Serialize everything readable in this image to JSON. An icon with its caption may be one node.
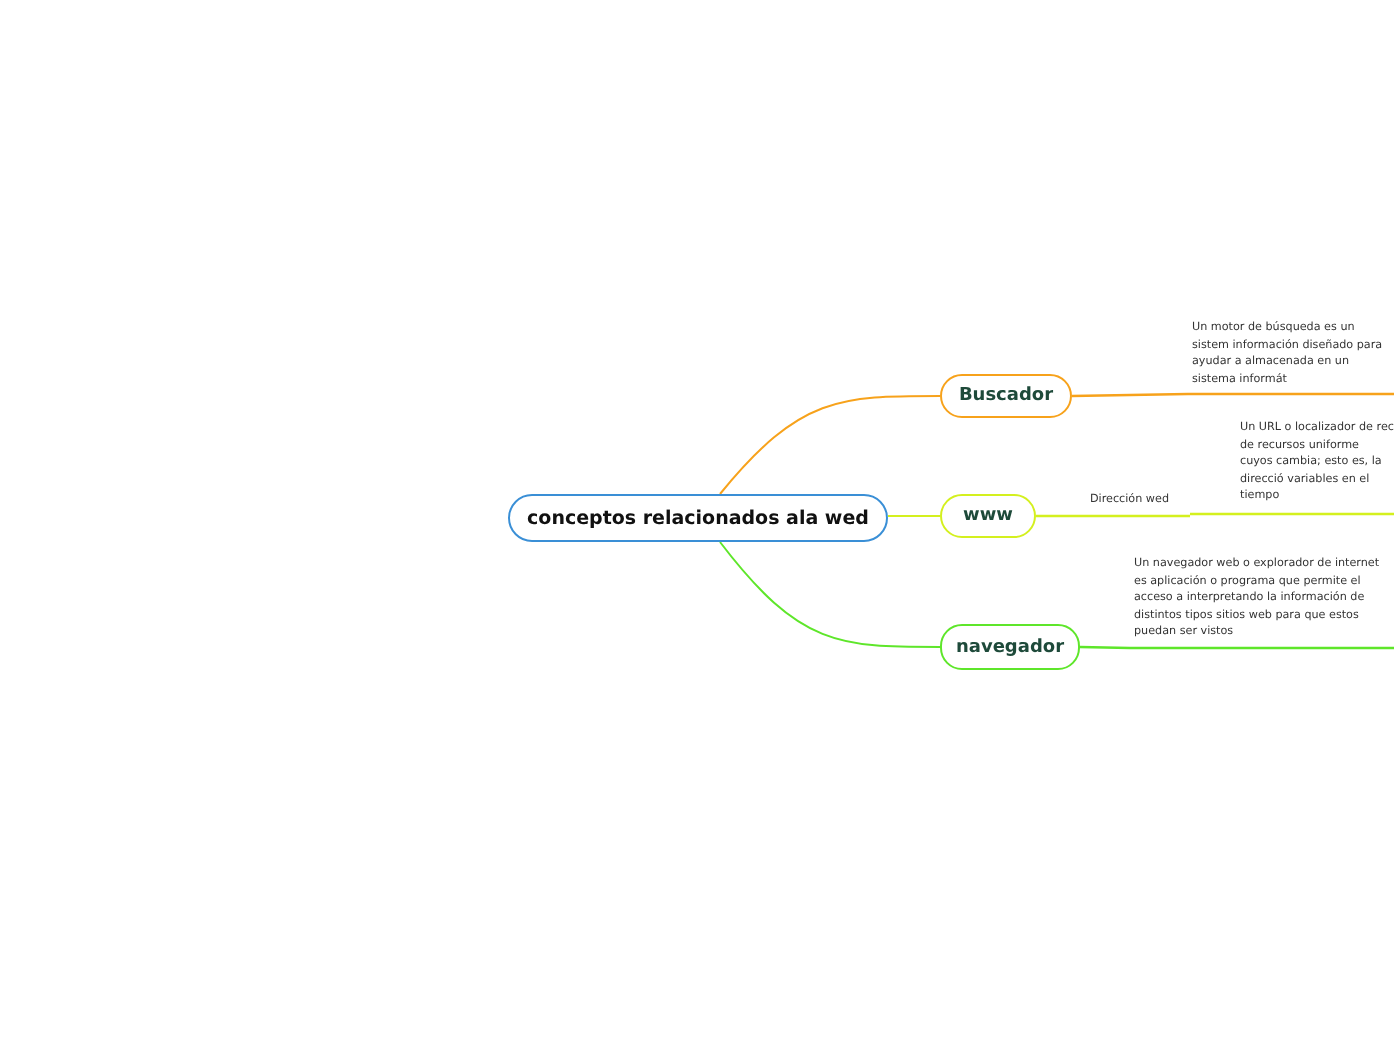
{
  "diagram": {
    "nodes": [
      {
        "text": [
          "conceptos relacionados ala wed"
        ]
      },
      {
        "text": [
          "Buscador"
        ]
      },
      {
        "text": [
          "Un motor de búsqueda es un sistem información diseñado para ayudar a almacenada en un sistema informát"
        ]
      },
      {
        "text": [
          "www"
        ]
      },
      {
        "text": [
          "Dirección wed"
        ]
      },
      {
        "text": [
          "Un URL o localizador de rec de recursos uniforme cuyos cambia; esto es, la direcció variables en el tiempo"
        ]
      },
      {
        "text": [
          "navegador"
        ]
      },
      {
        "text": [
          "Un navegador web o explorador de internet es aplicación o programa que permite el acceso a interpretando la información de distintos tipos sitios web para que estos puedan ser vistos"
        ]
      }
    ],
    "edges": [
      {
        "from": 0,
        "to": 1,
        "arrow": "none",
        "color": "#f7a21b"
      },
      {
        "from": 1,
        "to": 2,
        "arrow": "none",
        "color": "#f7a21b"
      },
      {
        "from": 0,
        "to": 3,
        "arrow": "none",
        "color": "#d4f01e"
      },
      {
        "from": 3,
        "to": 4,
        "arrow": "none",
        "color": "#d4f01e"
      },
      {
        "from": 4,
        "to": 5,
        "arrow": "none",
        "color": "#d4f01e"
      },
      {
        "from": 0,
        "to": 6,
        "arrow": "none",
        "color": "#5ee62a"
      },
      {
        "from": 6,
        "to": 7,
        "arrow": "none",
        "color": "#5ee62a"
      }
    ]
  }
}
